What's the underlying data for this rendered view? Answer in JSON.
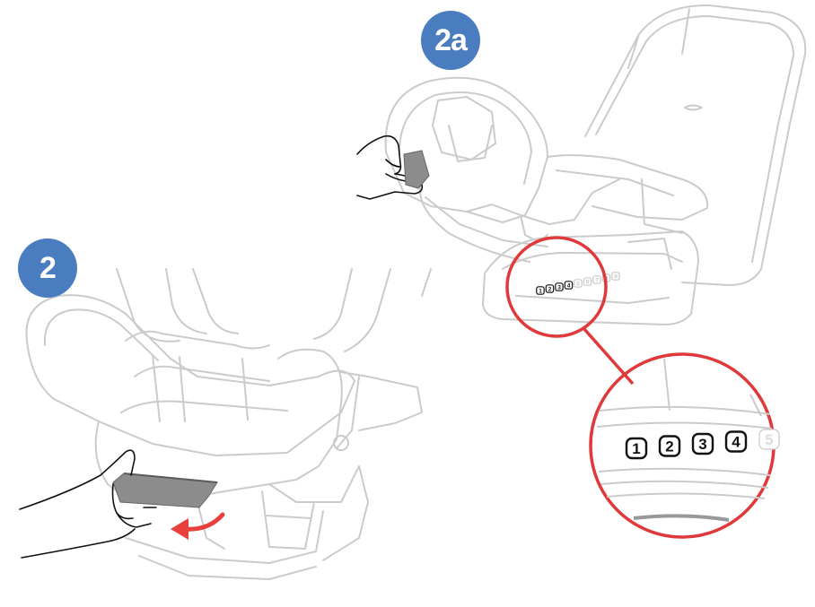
{
  "steps": {
    "step_2": {
      "label": "2"
    },
    "step_2a": {
      "label": "2a"
    }
  },
  "recline_indicator": {
    "positions_small": [
      "1",
      "2",
      "3",
      "4",
      "5",
      "6",
      "7",
      "8",
      "9"
    ],
    "active_count": 4,
    "positions_zoom": [
      "1",
      "2",
      "3",
      "4",
      "5"
    ]
  },
  "colors": {
    "badge": "#4a7cc0",
    "line": "#c8c8c8",
    "callout": "#e0393b",
    "arrow": "#e8403a",
    "handle": "#8c8c8c",
    "ink": "#111111"
  },
  "icons": {
    "rotate_arrow": "curved-arrow-icon",
    "hand": "hand-icon"
  }
}
